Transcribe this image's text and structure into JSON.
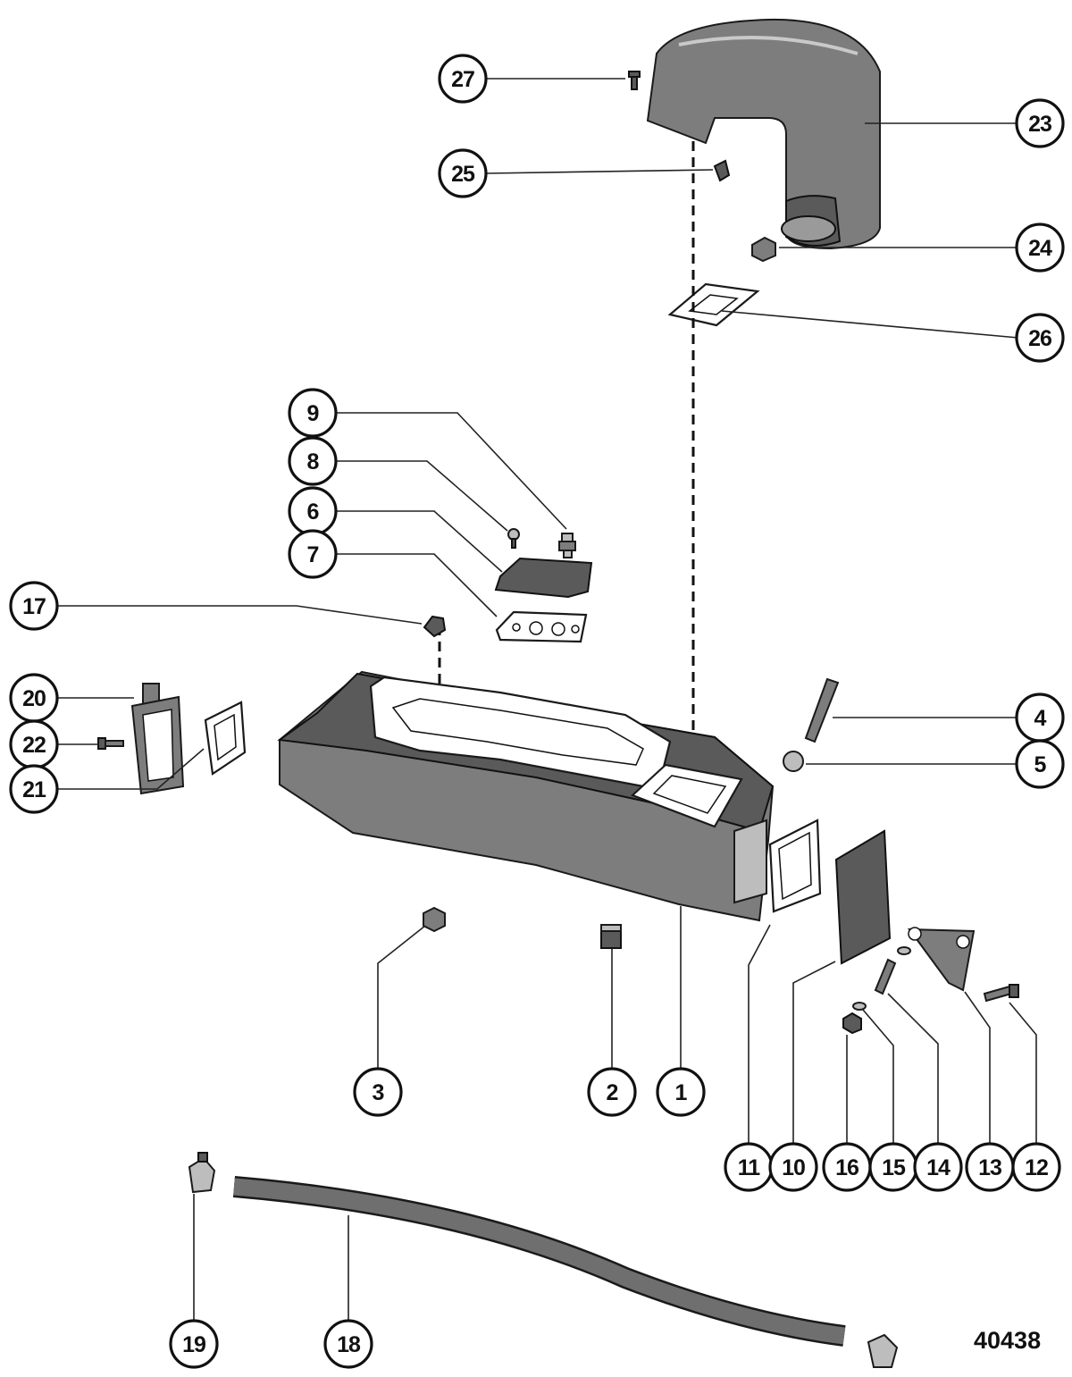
{
  "figure_number": "40438",
  "callouts": [
    {
      "id": "c1",
      "label": "1"
    },
    {
      "id": "c2",
      "label": "2"
    },
    {
      "id": "c3",
      "label": "3"
    },
    {
      "id": "c4",
      "label": "4"
    },
    {
      "id": "c5",
      "label": "5"
    },
    {
      "id": "c6",
      "label": "6"
    },
    {
      "id": "c7",
      "label": "7"
    },
    {
      "id": "c8",
      "label": "8"
    },
    {
      "id": "c9",
      "label": "9"
    },
    {
      "id": "c10",
      "label": "10"
    },
    {
      "id": "c11",
      "label": "11"
    },
    {
      "id": "c12",
      "label": "12"
    },
    {
      "id": "c13",
      "label": "13"
    },
    {
      "id": "c14",
      "label": "14"
    },
    {
      "id": "c15",
      "label": "15"
    },
    {
      "id": "c16",
      "label": "16"
    },
    {
      "id": "c17",
      "label": "17"
    },
    {
      "id": "c18",
      "label": "18"
    },
    {
      "id": "c19",
      "label": "19"
    },
    {
      "id": "c20",
      "label": "20"
    },
    {
      "id": "c21",
      "label": "21"
    },
    {
      "id": "c22",
      "label": "22"
    },
    {
      "id": "c23",
      "label": "23"
    },
    {
      "id": "c24",
      "label": "24"
    },
    {
      "id": "c25",
      "label": "25"
    },
    {
      "id": "c26",
      "label": "26"
    },
    {
      "id": "c27",
      "label": "27"
    }
  ]
}
